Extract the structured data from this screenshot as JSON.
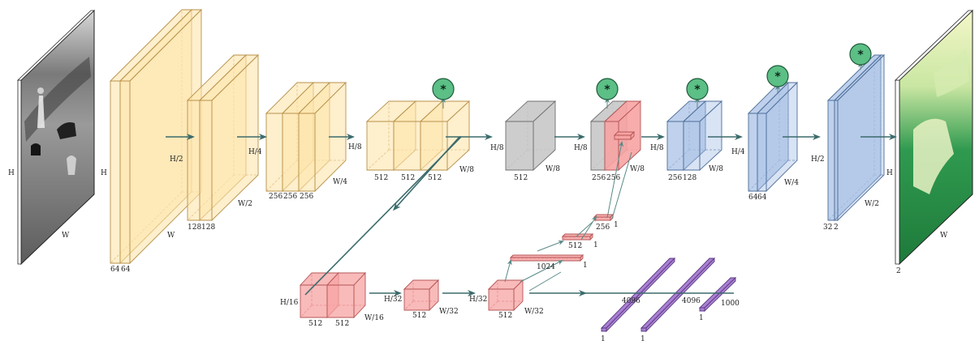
{
  "colors": {
    "conv": "#fde4ab",
    "conv_stroke": "#b8924a",
    "pool": "#f7a3a3",
    "pool_stroke": "#b55555",
    "gray": "#c8c8c8",
    "gray_stroke": "#707070",
    "deconv": "#a9c2e6",
    "deconv_stroke": "#4f6f9a",
    "fc": "#a77bd1",
    "fc_stroke": "#5b3a85",
    "sum": "#5cbf86",
    "sum_stroke": "#1f5a3a",
    "edge": "#3b6b6b"
  },
  "input": {
    "h": "H",
    "w": "W"
  },
  "output": {
    "h": "H",
    "w": "W",
    "c": "2"
  },
  "sum_symbol": "*",
  "stage1": {
    "h": "H",
    "w": "W",
    "c": [
      "64",
      "64"
    ]
  },
  "stage2": {
    "h": "H/2",
    "w": "W/2",
    "c": [
      "128",
      "128"
    ]
  },
  "stage3": {
    "h": "H/4",
    "w": "W/4",
    "c": [
      "256",
      "256",
      "256"
    ]
  },
  "stage4": {
    "h": "H/8",
    "w": "W/8",
    "c": [
      "512",
      "512",
      "512"
    ]
  },
  "stage5": {
    "h": "H/16",
    "w": "W/16",
    "c": [
      "512",
      "512"
    ]
  },
  "pool6": {
    "h": "H/32",
    "w": "W/32",
    "c": "512"
  },
  "pool7": {
    "h": "H/32",
    "w": "W/32",
    "c": "512"
  },
  "fc": [
    {
      "c": "4096",
      "w": "1"
    },
    {
      "c": "4096",
      "w": "1"
    },
    {
      "c": "1000",
      "w": "1"
    }
  ],
  "aux": [
    {
      "c": "1024",
      "w": "1"
    },
    {
      "c": "512",
      "w": "1"
    },
    {
      "c": "256",
      "w": "1"
    }
  ],
  "gray": {
    "h": "H/8",
    "w": "W/8",
    "c": "512"
  },
  "concat": {
    "h": "H/8",
    "w": "W/8",
    "c": [
      "256",
      "256"
    ]
  },
  "dec1": {
    "h": "H/8",
    "w": "W/8",
    "c": [
      "256",
      "128"
    ]
  },
  "dec2": {
    "h": "H/4",
    "w": "W/4",
    "c": [
      "64",
      "64"
    ]
  },
  "dec3": {
    "h": "H/2",
    "w": "W/2",
    "c": [
      "32",
      "2"
    ]
  }
}
